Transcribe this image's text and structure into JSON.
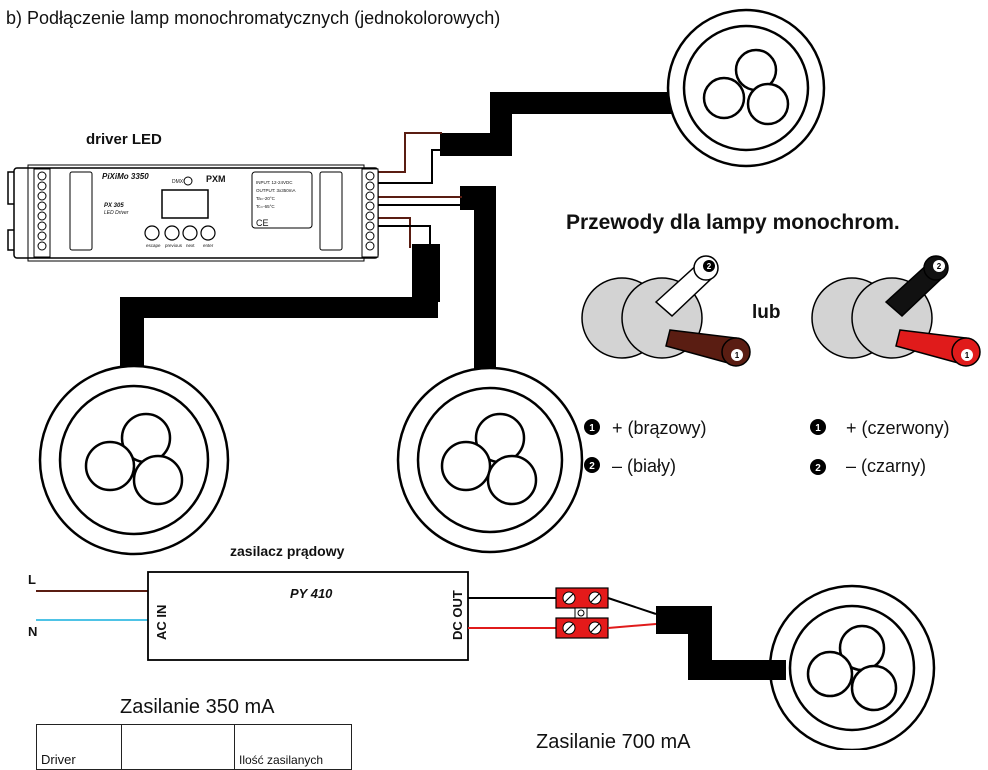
{
  "header": {
    "title": "b) Podłączenie lamp monochromatycznych (jednokolorowych)"
  },
  "driver": {
    "caption": "driver LED",
    "brand": "PiXiMo 3350",
    "dmx": "DMX",
    "logo": "PXM",
    "model": "PX 305",
    "model_sub": "LED Driver",
    "spec_input": "INPUT: 12-24VDC",
    "spec_output": "OUTPUT: 3x350mA",
    "spec_t1": "Ta=-20°C",
    "spec_t2": "Tc=-65°C",
    "ce": "CE",
    "buttons": [
      "escape",
      "previous",
      "next",
      "enter"
    ]
  },
  "legend": {
    "title": "Przewody dla lampy monochrom.",
    "or": "lub",
    "badge_1": "1",
    "badge_2": "2",
    "left_plus": "+ (brązowy)",
    "left_minus": "– (biały)",
    "right_plus": "+ (czerwony)",
    "right_minus": "– (czarny)"
  },
  "psu": {
    "caption": "zasilacz prądowy",
    "model": "PY 410",
    "ac_in": "AC IN",
    "dc_out": "DC OUT",
    "L": "L",
    "N": "N"
  },
  "captions": {
    "zasilanie_350": "Zasilanie 350 mA",
    "zasilanie_700": "Zasilanie 700 mA"
  },
  "table": {
    "col_driver": "Driver",
    "col_blank": "",
    "col_count": "Ilość zasilanych"
  },
  "colors": {
    "brown": "#5a1d12",
    "red": "#e01b1b",
    "cyan": "#4ec3e6",
    "cable": "#000000",
    "connector": "#e41a1a",
    "grey": "#d3d3d3"
  }
}
